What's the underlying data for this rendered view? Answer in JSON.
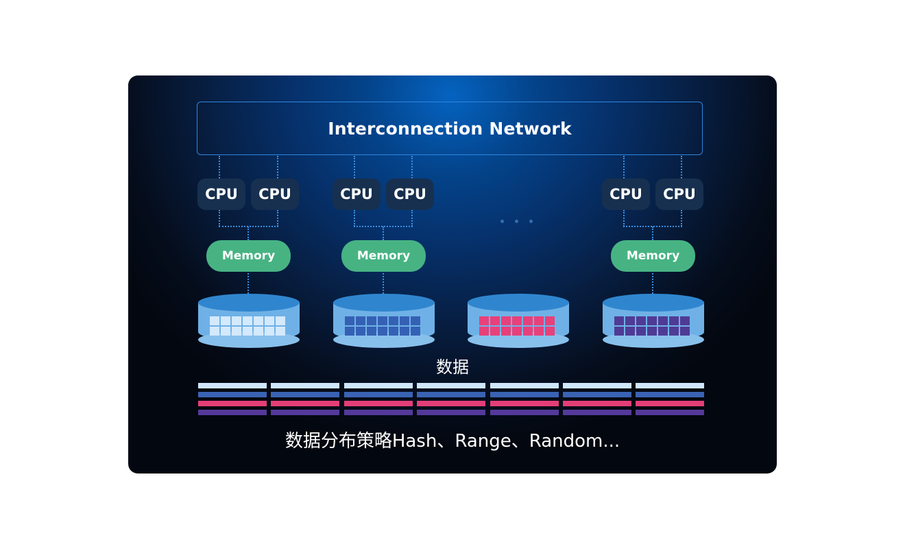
{
  "network": {
    "label": "Interconnection Network"
  },
  "nodes": [
    {
      "cpu_labels": [
        "CPU",
        "CPU"
      ],
      "memory_label": "Memory"
    },
    {
      "cpu_labels": [
        "CPU",
        "CPU"
      ],
      "memory_label": "Memory"
    },
    {
      "cpu_labels": [
        "CPU",
        "CPU"
      ],
      "memory_label": "Memory"
    }
  ],
  "ellipsis": "· · ·",
  "disks": [
    {
      "color": "#d4e9fb"
    },
    {
      "color": "#3561b5"
    },
    {
      "color": "#e8407a"
    },
    {
      "color": "#4f3b96"
    }
  ],
  "data_label": "数据",
  "stripe_colors": [
    "#cfe6fb",
    "#3a63b4",
    "#e43e77",
    "#54399a"
  ],
  "stripe_columns": 7,
  "caption": "数据分布策略Hash、Range、Random..."
}
